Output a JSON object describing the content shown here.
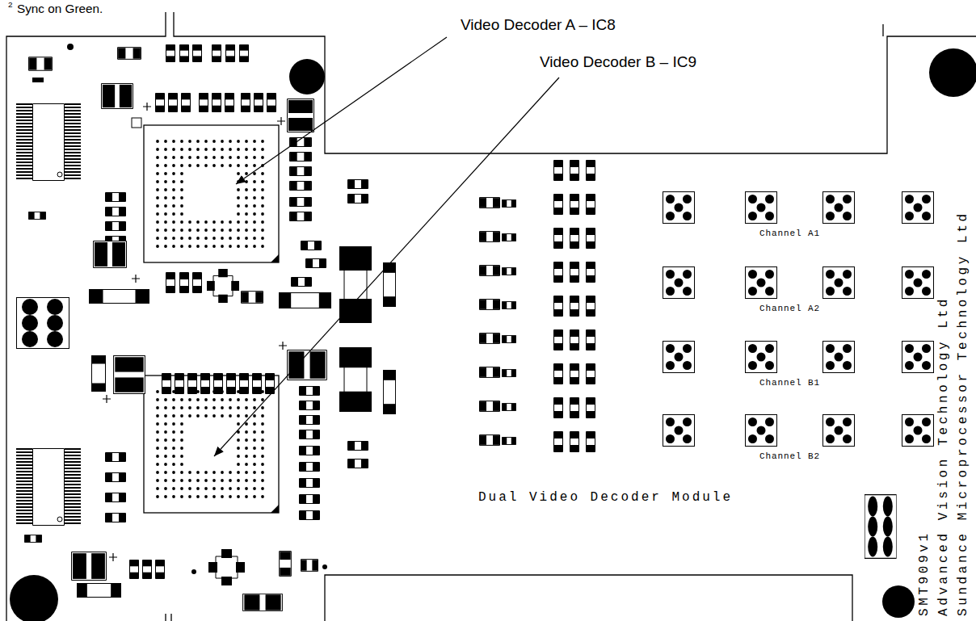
{
  "diagram": {
    "labels": [
      "2",
      "Sync on Green.",
      "Video Decoder A – IC8",
      "Video Decoder B – IC9",
      "Channel A1",
      "Channel A2",
      "Channel B1",
      "Channel B2",
      "Dual Video Decoder Module",
      "SMT909v1",
      "Advanced Vision Technology Ltd",
      "Sundance Microprocessor Technology Ltd"
    ]
  }
}
